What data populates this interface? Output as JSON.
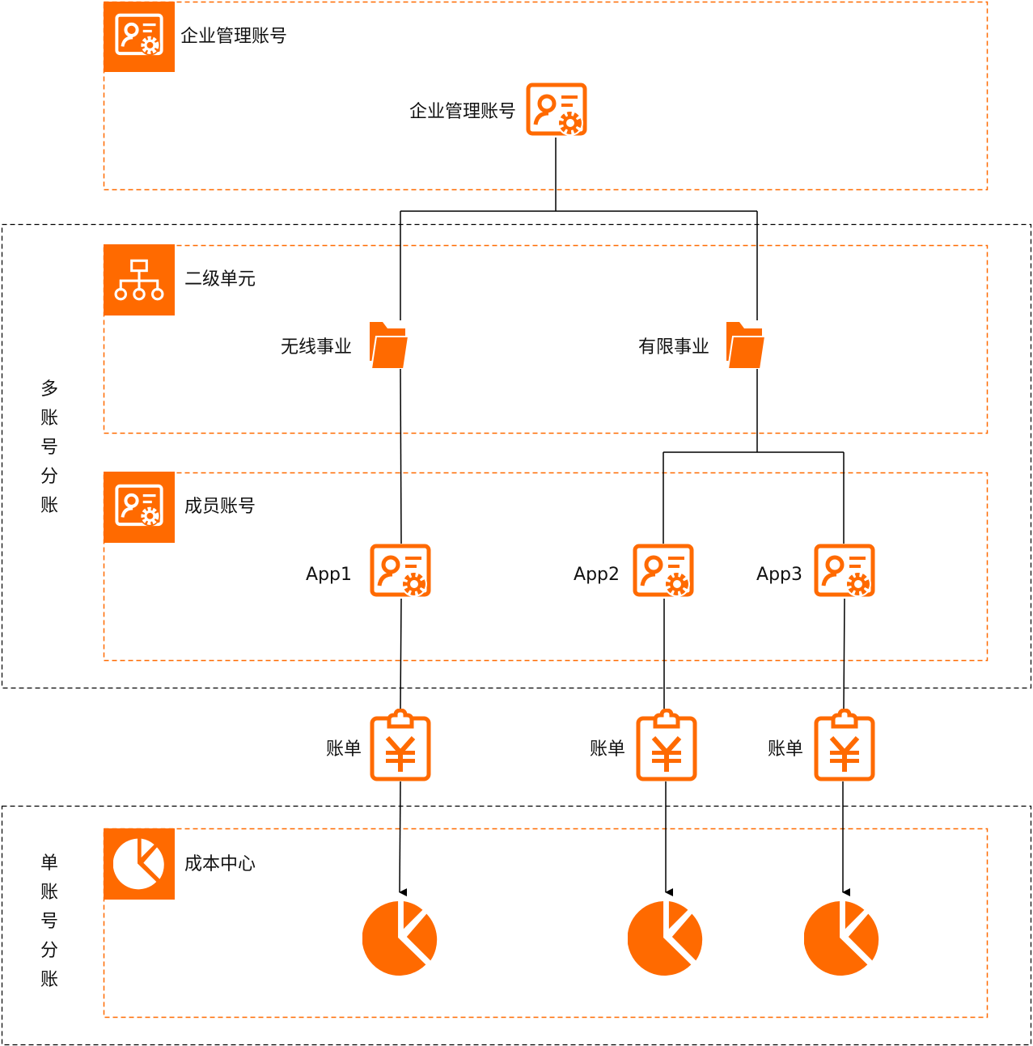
{
  "colors": {
    "accent": "#FF6A00",
    "line": "#000000"
  },
  "sections": {
    "enterprise": {
      "header": "企业管理账号",
      "icon": "account-gear-icon"
    },
    "units": {
      "header": "二级单元",
      "icon": "org-tree-icon"
    },
    "members": {
      "header": "成员账号",
      "icon": "account-gear-icon"
    },
    "cost": {
      "header": "成本中心",
      "icon": "pie-chart-icon"
    }
  },
  "groups": {
    "multi": "多账号分账",
    "single": "单账号分账"
  },
  "nodes": {
    "root": "企业管理账号",
    "unit1": "无线事业",
    "unit2": "有限事业",
    "app1": "App1",
    "app2": "App2",
    "app3": "App3",
    "bill1": "账单",
    "bill2": "账单",
    "bill3": "账单"
  }
}
